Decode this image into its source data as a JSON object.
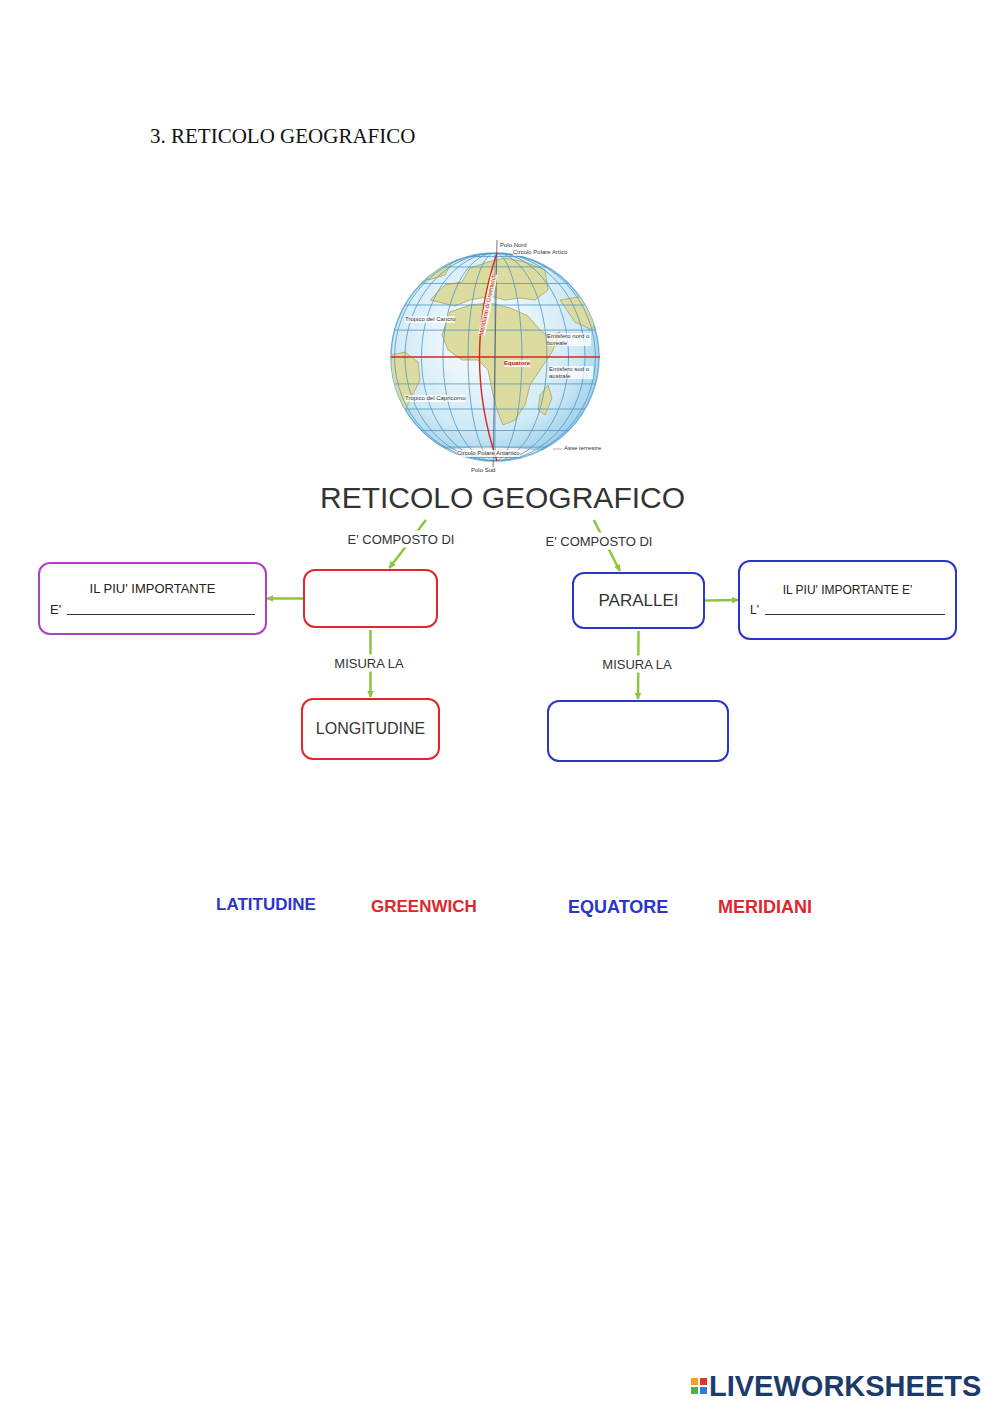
{
  "diagram": {
    "title": "3. RETICOLO GEOGRAFICO",
    "nodes": [
      {
        "text": [
          "RETICOLO GEOGRAFICO"
        ]
      },
      {
        "text": [
          "IL PIU' IMPORTANTE",
          "E'"
        ]
      },
      {
        "text": []
      },
      {
        "text": [
          "PARALLEI"
        ]
      },
      {
        "text": [
          "IL PIU' IMPORTANTE E'",
          "L'"
        ]
      },
      {
        "text": [
          "LONGITUDINE"
        ]
      },
      {
        "text": []
      }
    ],
    "edges": [
      {
        "from": 0,
        "to": 2,
        "label": "E' COMPOSTO DI",
        "arrow": "to"
      },
      {
        "from": 0,
        "to": 3,
        "label": "E' COMPOSTO DI",
        "arrow": "to"
      },
      {
        "from": 2,
        "to": 1,
        "arrow": "to"
      },
      {
        "from": 3,
        "to": 4,
        "arrow": "to"
      },
      {
        "from": 2,
        "to": 5,
        "label": "MISURA LA",
        "arrow": "to"
      },
      {
        "from": 3,
        "to": 6,
        "label": "MISURA LA",
        "arrow": "to"
      }
    ],
    "labels": [
      "Polo Nord",
      "Circolo Polare Artico",
      "Tropico del Cancro",
      "Meridiano di Greenwich",
      "Emisfero nord o boreale",
      "Equatore",
      "Emisfero sud o australe",
      "Tropico del Capricorno",
      "Circolo Polare Antartico",
      "Asse terrestre",
      "Polo Sud",
      "LATITUDINE",
      "GREENWICH",
      "EQUATORE",
      "MERIDIANI",
      "LIVEWORKSHEETS"
    ]
  }
}
